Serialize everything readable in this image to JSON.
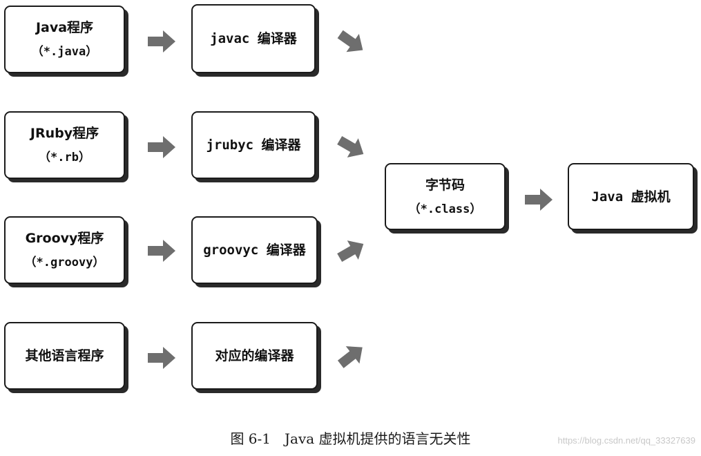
{
  "sources": [
    {
      "name": "Java程序",
      "ext": "（*.java）"
    },
    {
      "name": "JRuby程序",
      "ext": "（*.rb）"
    },
    {
      "name": "Groovy程序",
      "ext": "（*.groovy）"
    },
    {
      "name": "其他语言程序",
      "ext": ""
    }
  ],
  "compilers": [
    "javac 编译器",
    "jrubyc 编译器",
    "groovyc 编译器",
    "对应的编译器"
  ],
  "bytecode": {
    "title": "字节码",
    "ext": "（*.class）"
  },
  "jvm": {
    "title": "Java 虚拟机"
  },
  "caption": "图 6-1　Java 虚拟机提供的语言无关性",
  "watermark": "https://blog.csdn.net/qq_33327639",
  "colors": {
    "arrow": "#6e6e6e",
    "border": "#1a1a1a",
    "shadow": "#2a2a2a"
  }
}
